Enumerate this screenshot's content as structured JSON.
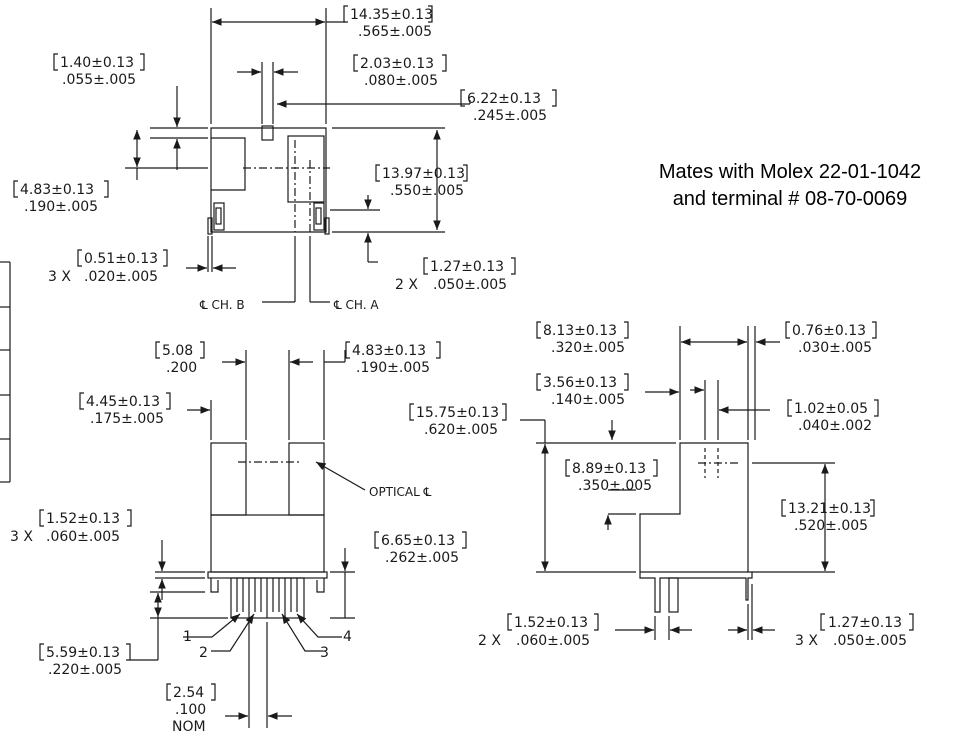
{
  "note": {
    "line1": "Mates with Molex 22-01-1042",
    "line2": "and terminal # 08-70-0069"
  },
  "top_view": {
    "overall_width": {
      "mm": "14.35±0.13",
      "in": ".565±.005"
    },
    "dim_1_40": {
      "mm": "1.40±0.13",
      "in": ".055±.005"
    },
    "dim_2_03": {
      "mm": "2.03±0.13",
      "in": ".080±.005"
    },
    "dim_6_22": {
      "mm": "6.22±0.13",
      "in": ".245±.005"
    },
    "dim_4_83": {
      "mm": "4.83±0.13",
      "in": ".190±.005"
    },
    "dim_13_97": {
      "mm": "13.97±0.13",
      "in": ".550±.005"
    },
    "dim_0_51": {
      "mm": "0.51±0.13",
      "qty": "3 X",
      "in": ".020±.005"
    },
    "dim_1_27": {
      "mm": "1.27±0.13",
      "qty": "2 X",
      "in": ".050±.005"
    },
    "label_ch_b": "℄ CH. B",
    "label_ch_a": "℄ CH. A"
  },
  "front_view": {
    "dim_5_08": {
      "mm": "5.08",
      "in": ".200"
    },
    "dim_4_83": {
      "mm": "4.83±0.13",
      "in": ".190±.005"
    },
    "dim_4_45": {
      "mm": "4.45±0.13",
      "in": ".175±.005"
    },
    "optical_label": "OPTICAL ℄",
    "dim_1_52": {
      "mm": "1.52±0.13",
      "qty": "3 X",
      "in": ".060±.005"
    },
    "dim_6_65": {
      "mm": "6.65±0.13",
      "in": ".262±.005"
    },
    "dim_5_59": {
      "mm": "5.59±0.13",
      "in": ".220±.005"
    },
    "dim_2_54": {
      "mm": "2.54",
      "in": ".100",
      "nom": "NOM"
    },
    "pins": [
      "1",
      "2",
      "3",
      "4"
    ]
  },
  "side_view": {
    "dim_8_13": {
      "mm": "8.13±0.13",
      "in": ".320±.005"
    },
    "dim_0_76": {
      "mm": "0.76±0.13",
      "in": ".030±.005"
    },
    "dim_3_56": {
      "mm": "3.56±0.13",
      "in": ".140±.005"
    },
    "dim_1_02": {
      "mm": "1.02±0.05",
      "in": ".040±.002"
    },
    "dim_15_75": {
      "mm": "15.75±0.13",
      "in": ".620±.005"
    },
    "dim_8_89": {
      "mm": "8.89±0.13",
      "in": ".350±.005"
    },
    "dim_13_21": {
      "mm": "13.21±0.13",
      "in": ".520±.005"
    },
    "dim_1_52": {
      "mm": "1.52±0.13",
      "qty": "2 X",
      "in": ".060±.005"
    },
    "dim_1_27": {
      "mm": "1.27±0.13",
      "qty": "3 X",
      "in": ".050±.005"
    }
  }
}
